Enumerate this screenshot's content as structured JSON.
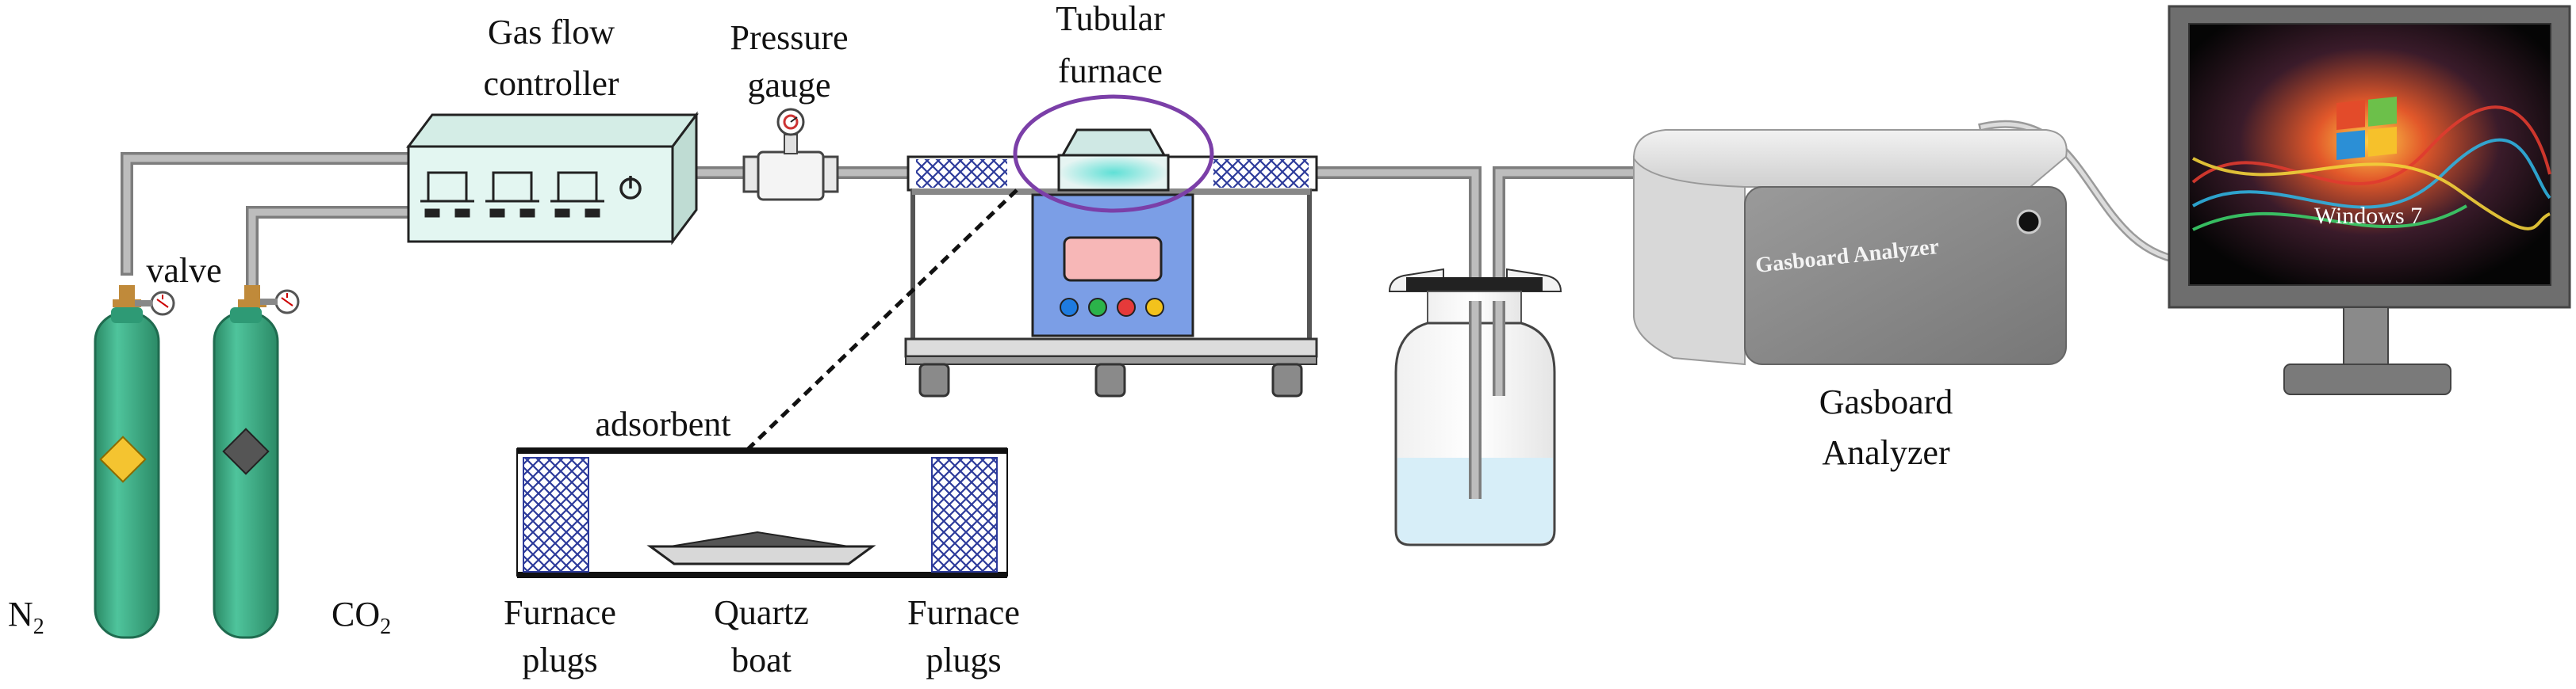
{
  "labels": {
    "gas_flow_controller": [
      "Gas flow",
      "controller"
    ],
    "pressure_gauge": [
      "Pressure",
      "gauge"
    ],
    "tubular_furnace": [
      "Tubular",
      "furnace"
    ],
    "valve": "valve",
    "n2": {
      "base": "N",
      "sub": "2"
    },
    "co2": {
      "base": "CO",
      "sub": "2"
    },
    "adsorbent": "adsorbent",
    "furnace_plugs_left": [
      "Furnace",
      "plugs"
    ],
    "quartz_boat": [
      "Quartz",
      "boat"
    ],
    "furnace_plugs_right": [
      "Furnace",
      "plugs"
    ],
    "gasboard_analyzer": [
      "Gasboard",
      "Analyzer"
    ],
    "analyzer_panel_text": "Gasboard Analyzer",
    "monitor_screen_text": "Windows 7"
  },
  "colors": {
    "cylinder": "#3fae88",
    "cylinder_dark": "#2b8a66",
    "n2_diamond": "#f4c430",
    "co2_diamond": "#555555",
    "controller_body": "#e3f6f1",
    "pipe": "#a8a8a8",
    "plug_hatch": "#2c3a9a",
    "highlight_ellipse": "#7b3fa8",
    "furnace_control_panel": "#7b9ee6",
    "furnace_display": "#f7b7b7",
    "water": "#d7eef8",
    "analyzer_body": "#c9c9c9",
    "analyzer_panel": "#8e8e8e",
    "monitor_frame": "#6e6e6e"
  },
  "icons": [
    "pressure-gauge-icon",
    "valve-gauge-icon",
    "power-button-icon",
    "windows-logo-icon",
    "gas-cylinder-icon"
  ],
  "indicator_light_colors": [
    "#1e7be0",
    "#2bb34a",
    "#e53a3a",
    "#f3c21c"
  ]
}
